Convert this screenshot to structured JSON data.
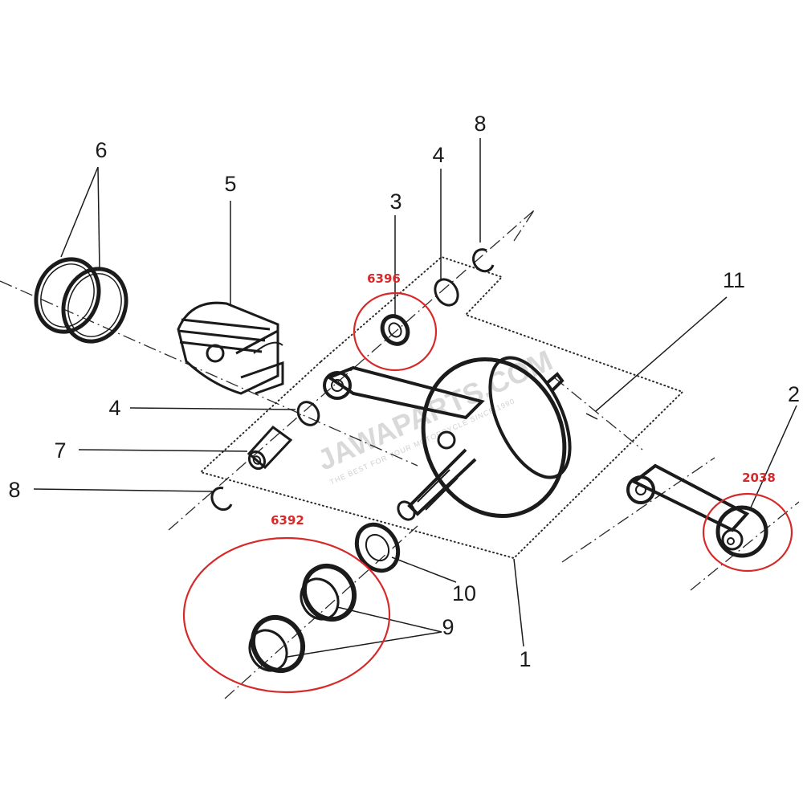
{
  "diagram": {
    "part_numbers": [
      "1",
      "2",
      "3",
      "4",
      "4",
      "5",
      "6",
      "7",
      "8",
      "8",
      "9",
      "10",
      "11"
    ],
    "order_codes": [
      "6396",
      "6392",
      "2038"
    ],
    "watermark": {
      "brand": "JAWAPARTS.COM",
      "tagline": "THE BEST FOR YOUR MOTORCYCLE SINCE 1990"
    },
    "colors": {
      "ink": "#1b1b1b",
      "highlight": "#d62a2a",
      "watermark": "#d9d9d9",
      "background": "#ffffff"
    }
  }
}
